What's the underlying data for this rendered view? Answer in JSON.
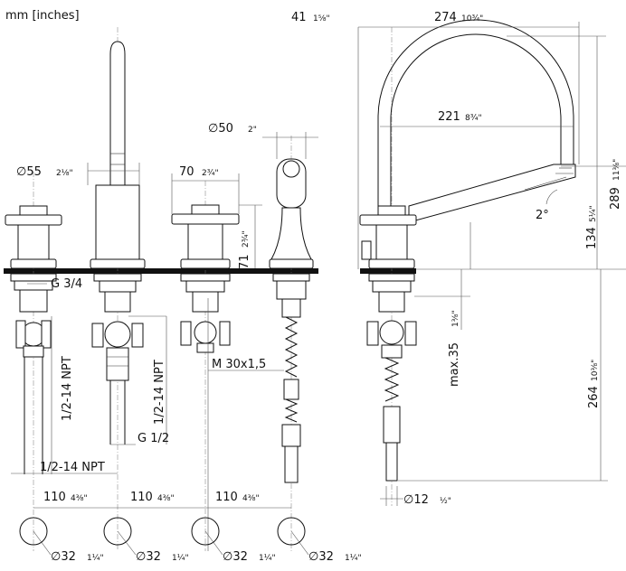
{
  "header": {
    "units": "mm [inches]"
  },
  "front_view": {
    "spout_diameter": {
      "mm": "∅50",
      "in": "2\""
    },
    "handle_diameter": {
      "mm": "∅55",
      "in": "2⅛\""
    },
    "handle_width": {
      "mm": "70",
      "in": "2¾\""
    },
    "handle_height": {
      "mm": "71",
      "in": "2¾\""
    },
    "connection_g34": "G 3/4",
    "connection_npt_1": "1/2-14 NPT",
    "connection_npt_2": "1/2-14 NPT",
    "connection_npt_3": "1/2-14 NPT",
    "connection_g12": "G 1/2",
    "hose_thread": "M 30x1,5",
    "spacings": [
      {
        "mm": "110",
        "in": "4⅜\""
      },
      {
        "mm": "110",
        "in": "4⅜\""
      },
      {
        "mm": "110",
        "in": "4⅜\""
      }
    ],
    "holes": [
      {
        "mm": "∅32",
        "in": "1¼\""
      },
      {
        "mm": "∅32",
        "in": "1¼\""
      },
      {
        "mm": "∅32",
        "in": "1¼\""
      },
      {
        "mm": "∅32",
        "in": "1¼\""
      }
    ]
  },
  "side_view": {
    "offset_top": {
      "mm": "41",
      "in": "1⅝\""
    },
    "reach_total": {
      "mm": "274",
      "in": "10¾\""
    },
    "arc_width": {
      "mm": "221",
      "in": "8¾\""
    },
    "height_total": {
      "mm": "289",
      "in": "11⅜\""
    },
    "height_spout": {
      "mm": "134",
      "in": "5¼\""
    },
    "angle": "2°",
    "max_thickness": {
      "mm": "max.35",
      "in": "1⅜\""
    },
    "below_deck": {
      "mm": "264",
      "in": "10⅜\""
    },
    "pipe_diameter": {
      "mm": "∅12",
      "in": "½\""
    }
  }
}
